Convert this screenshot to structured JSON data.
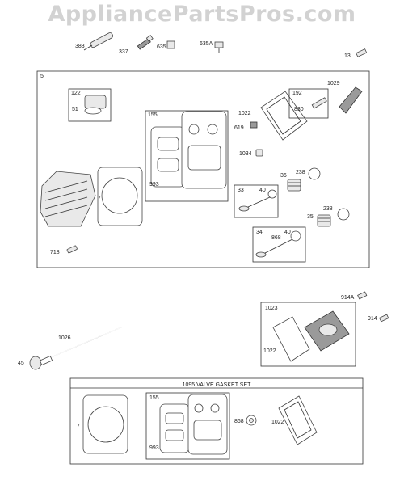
{
  "watermark": "AppliancePartsPros.com",
  "section_labels": {
    "main": "5",
    "rocker": "122",
    "gasket_set": "155",
    "breather": "192",
    "intake_valve": "33",
    "exhaust_valve": "34",
    "cover_assy": "1023",
    "kit_gasket_set": "155"
  },
  "kit_title": "1095 VALVE GASKET SET",
  "parts": {
    "p383": "383",
    "p337": "337",
    "p635": "635",
    "p635a": "635A",
    "p13": "13",
    "p51": "51",
    "p993": "993",
    "p1022": "1022",
    "p830": "830",
    "p1029": "1029",
    "p619": "619",
    "p1034": "1034",
    "p36": "36",
    "p238a": "238",
    "p40a": "40",
    "p7": "7",
    "p35": "35",
    "p238b": "238",
    "p868": "868",
    "p40b": "40",
    "p718": "718",
    "p914a": "914A",
    "p914": "914",
    "p1026": "1026",
    "p45": "45",
    "p1022b": "1022",
    "k7": "7",
    "k993": "993",
    "k868": "868",
    "k1022": "1022"
  }
}
